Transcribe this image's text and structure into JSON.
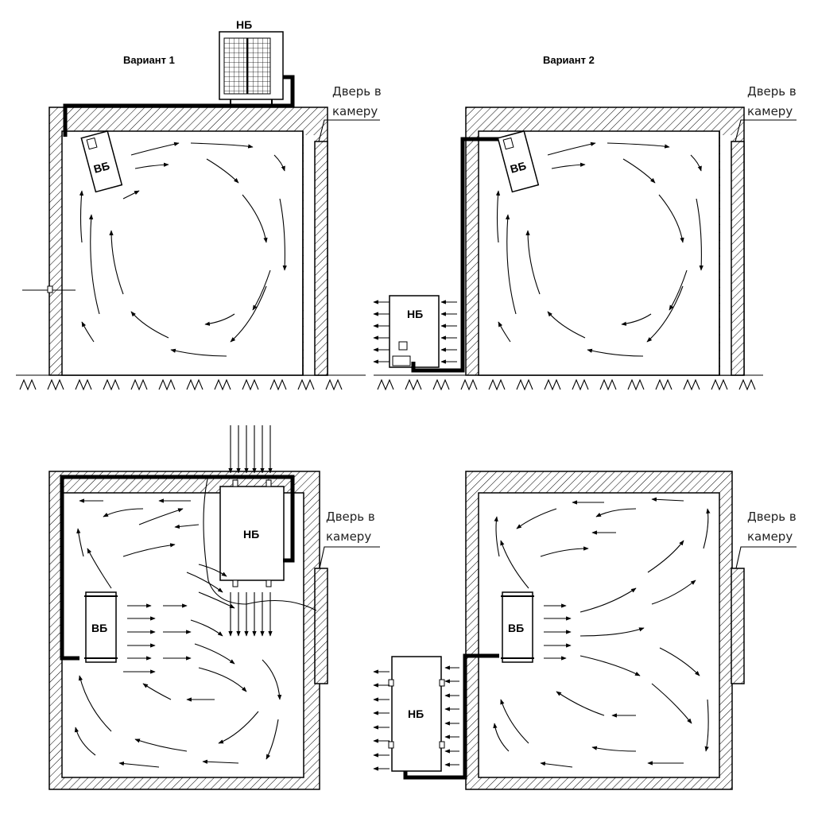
{
  "variants": {
    "v1_title": "Вариант 1",
    "v2_title": "Вариант 2"
  },
  "labels": {
    "outdoor_unit": "НБ",
    "indoor_unit": "ВБ",
    "door_line1": "Дверь в",
    "door_line2": "камеру"
  },
  "colors": {
    "line": "#000000",
    "background": "#ffffff"
  }
}
